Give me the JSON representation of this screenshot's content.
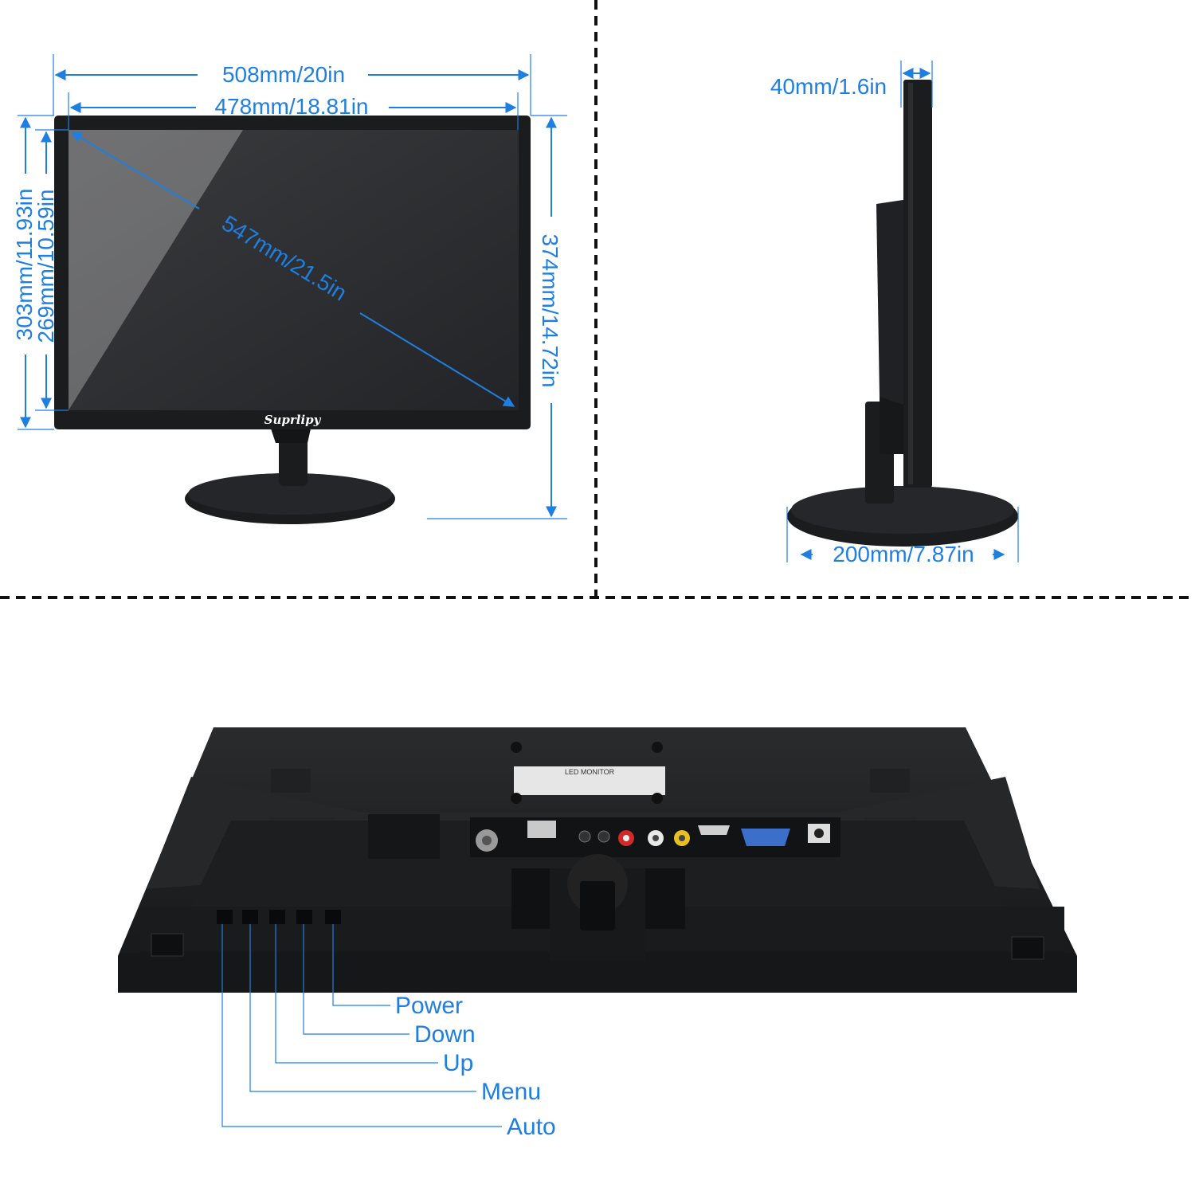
{
  "brand": "Suprlipy",
  "front_view": {
    "overall_width": "508mm/20in",
    "screen_width": "478mm/18.81in",
    "diagonal": "547mm/21.5in",
    "overall_height_panel": "303mm/11.93in",
    "screen_height": "269mm/10.59in",
    "total_height": "374mm/14.72in"
  },
  "side_view": {
    "depth": "40mm/1.6in",
    "base_width": "200mm/7.87in"
  },
  "rear_view": {
    "label_title": "LED MONITOR",
    "buttons": [
      "Power",
      "Down",
      "Up",
      "Menu",
      "Auto"
    ]
  },
  "colors": {
    "dimension_blue": "#1f7fe0",
    "monitor_black": "#1b1c1e",
    "screen_dark": "#2b2c2f"
  }
}
